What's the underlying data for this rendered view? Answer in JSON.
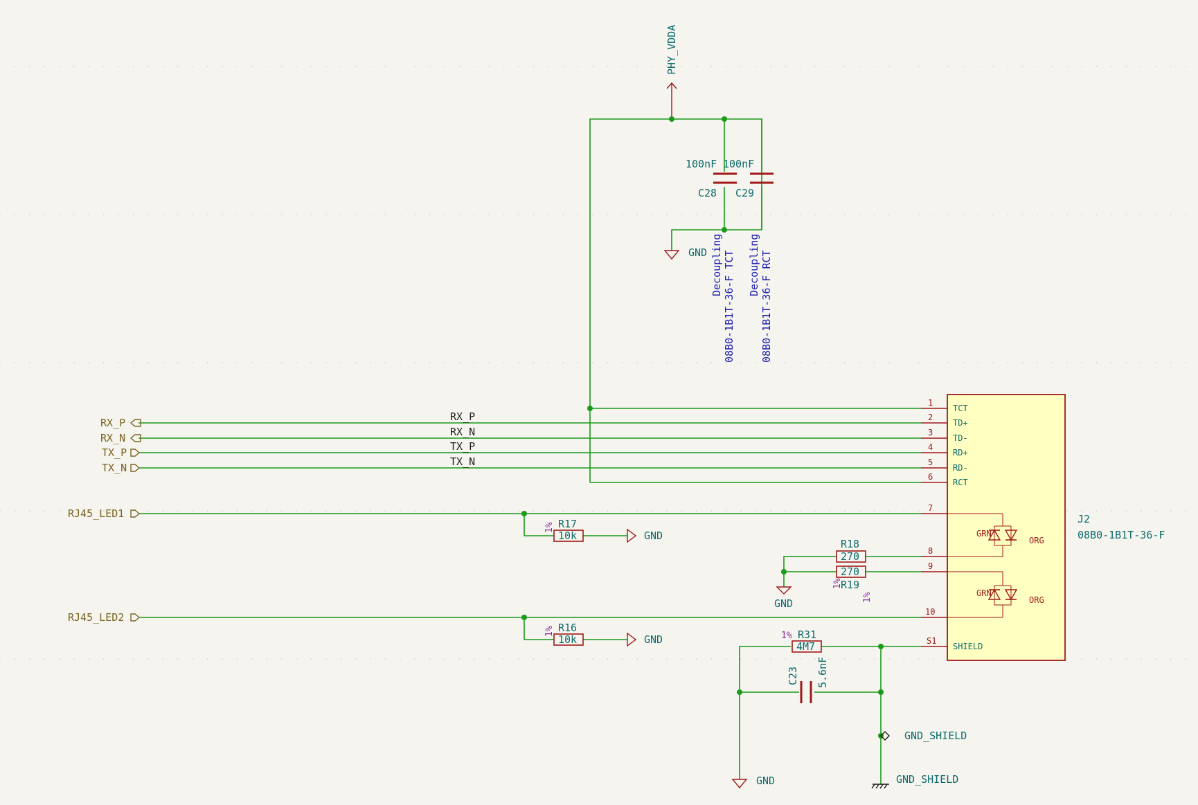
{
  "power": {
    "phy_vdda": "PHY_VDDA",
    "gnd": "GND",
    "gnd_shield": "GND_SHIELD"
  },
  "capacitors": {
    "c28": {
      "ref": "C28",
      "value": "100nF"
    },
    "c29": {
      "ref": "C29",
      "value": "100nF"
    },
    "c23": {
      "ref": "C23",
      "value": "5.6nF"
    }
  },
  "resistors": {
    "r17": {
      "ref": "R17",
      "value": "10k",
      "tol": "1%"
    },
    "r16": {
      "ref": "R16",
      "value": "10k",
      "tol": "1%"
    },
    "r18": {
      "ref": "R18",
      "value": "270",
      "tol": "1%"
    },
    "r19": {
      "ref": "R19",
      "value": "270",
      "tol": "1%"
    },
    "r31": {
      "ref": "R31",
      "value": "4M7",
      "tol": "1%"
    }
  },
  "notes": {
    "c28_line1": "Decoupling",
    "c28_line2": "08B0-1B1T-36-F TCT",
    "c29_line1": "Decoupling",
    "c29_line2": "08B0-1B1T-36-F RCT"
  },
  "ports": {
    "rx_p": "RX_P",
    "rx_n": "RX_N",
    "tx_p": "TX_P",
    "tx_n": "TX_N",
    "led1": "RJ45_LED1",
    "led2": "RJ45_LED2"
  },
  "nets": {
    "rx_p": "RX_P",
    "rx_n": "RX_N",
    "tx_p": "TX_P",
    "tx_n": "TX_N"
  },
  "connector": {
    "ref": "J2",
    "value": "08B0-1B1T-36-F",
    "pins": [
      {
        "num": "1",
        "name": "TCT"
      },
      {
        "num": "2",
        "name": "TD+"
      },
      {
        "num": "3",
        "name": "TD-"
      },
      {
        "num": "4",
        "name": "RD+"
      },
      {
        "num": "5",
        "name": "RD-"
      },
      {
        "num": "6",
        "name": "RCT"
      },
      {
        "num": "7",
        "name": ""
      },
      {
        "num": "8",
        "name": ""
      },
      {
        "num": "9",
        "name": ""
      },
      {
        "num": "10",
        "name": ""
      },
      {
        "num": "S1",
        "name": "SHIELD"
      }
    ],
    "led_labels": {
      "led1a": "GRN",
      "led1b": "ORG",
      "led2a": "GRN",
      "led2b": "ORG"
    }
  },
  "colors": {
    "background": "#f5f4ef",
    "wire": "#1a9a1a",
    "symbol": "#a01818",
    "body_fill": "#ffffc2",
    "port": "#7a6520",
    "reference": "#0d6b6b",
    "tolerance": "#8a2aa0",
    "note": "#1c1cb0"
  }
}
